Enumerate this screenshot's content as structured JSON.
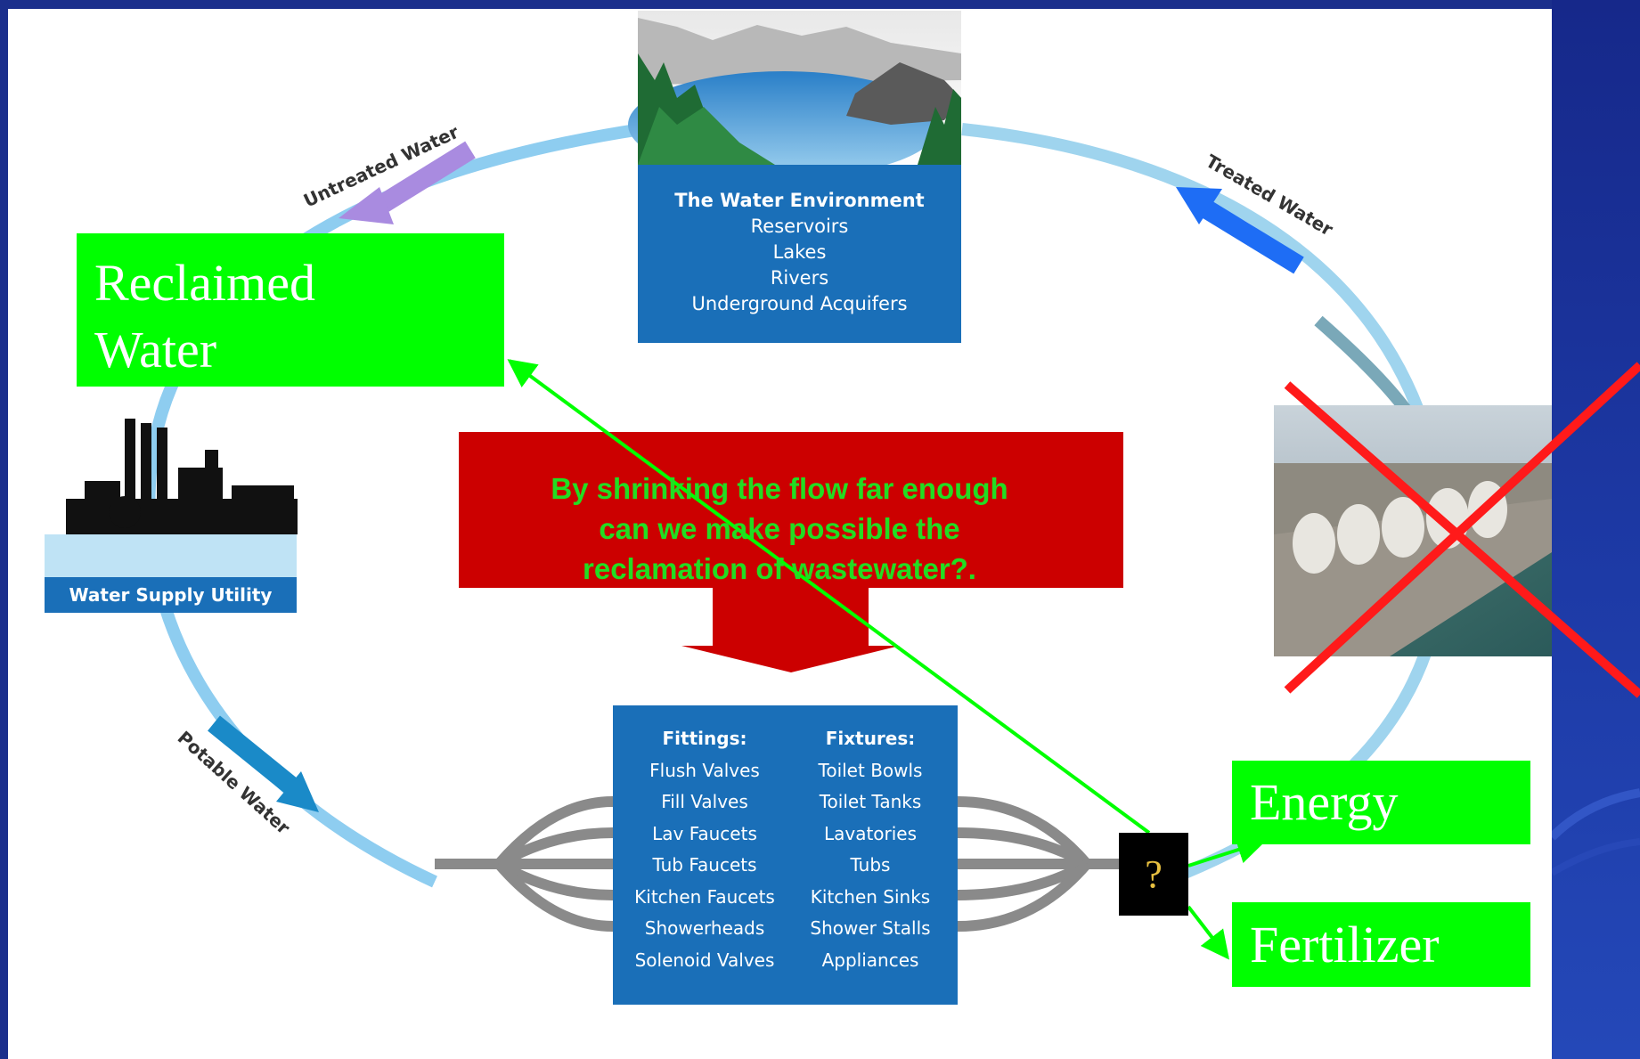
{
  "water_environment": {
    "title": "The Water Environment",
    "items": [
      "Reservoirs",
      "Lakes",
      "Rivers",
      "Underground Acquifers"
    ]
  },
  "utility": {
    "label": "Water Supply Utility"
  },
  "flows": {
    "untreated": "Untreated Water",
    "treated": "Treated Water",
    "potable": "Potable Water"
  },
  "fittings": {
    "title": "Fittings:",
    "items": [
      "Flush Valves",
      "Fill Valves",
      "Lav Faucets",
      "Tub Faucets",
      "Kitchen Faucets",
      "Showerheads",
      "Solenoid Valves"
    ]
  },
  "fixtures": {
    "title": "Fixtures:",
    "items": [
      "Toilet Bowls",
      "Toilet Tanks",
      "Lavatories",
      "Tubs",
      "Kitchen Sinks",
      "Shower Stalls",
      "Appliances"
    ]
  },
  "overlays": {
    "reclaimed_line1": "Reclaimed",
    "reclaimed_line2": "Water",
    "question_line1": "By shrinking the flow far enough",
    "question_line2": "can we make possible the",
    "question_line3": "reclamation of wastewater?.",
    "qmark": "?",
    "energy": "Energy",
    "fertilizer": "Fertilizer"
  },
  "colors": {
    "background": "#1b2f8c",
    "green_box": "#00ff00",
    "red_banner": "#cc0000",
    "blue_panel": "#1a6fb8",
    "cross": "#ff1a1a"
  }
}
